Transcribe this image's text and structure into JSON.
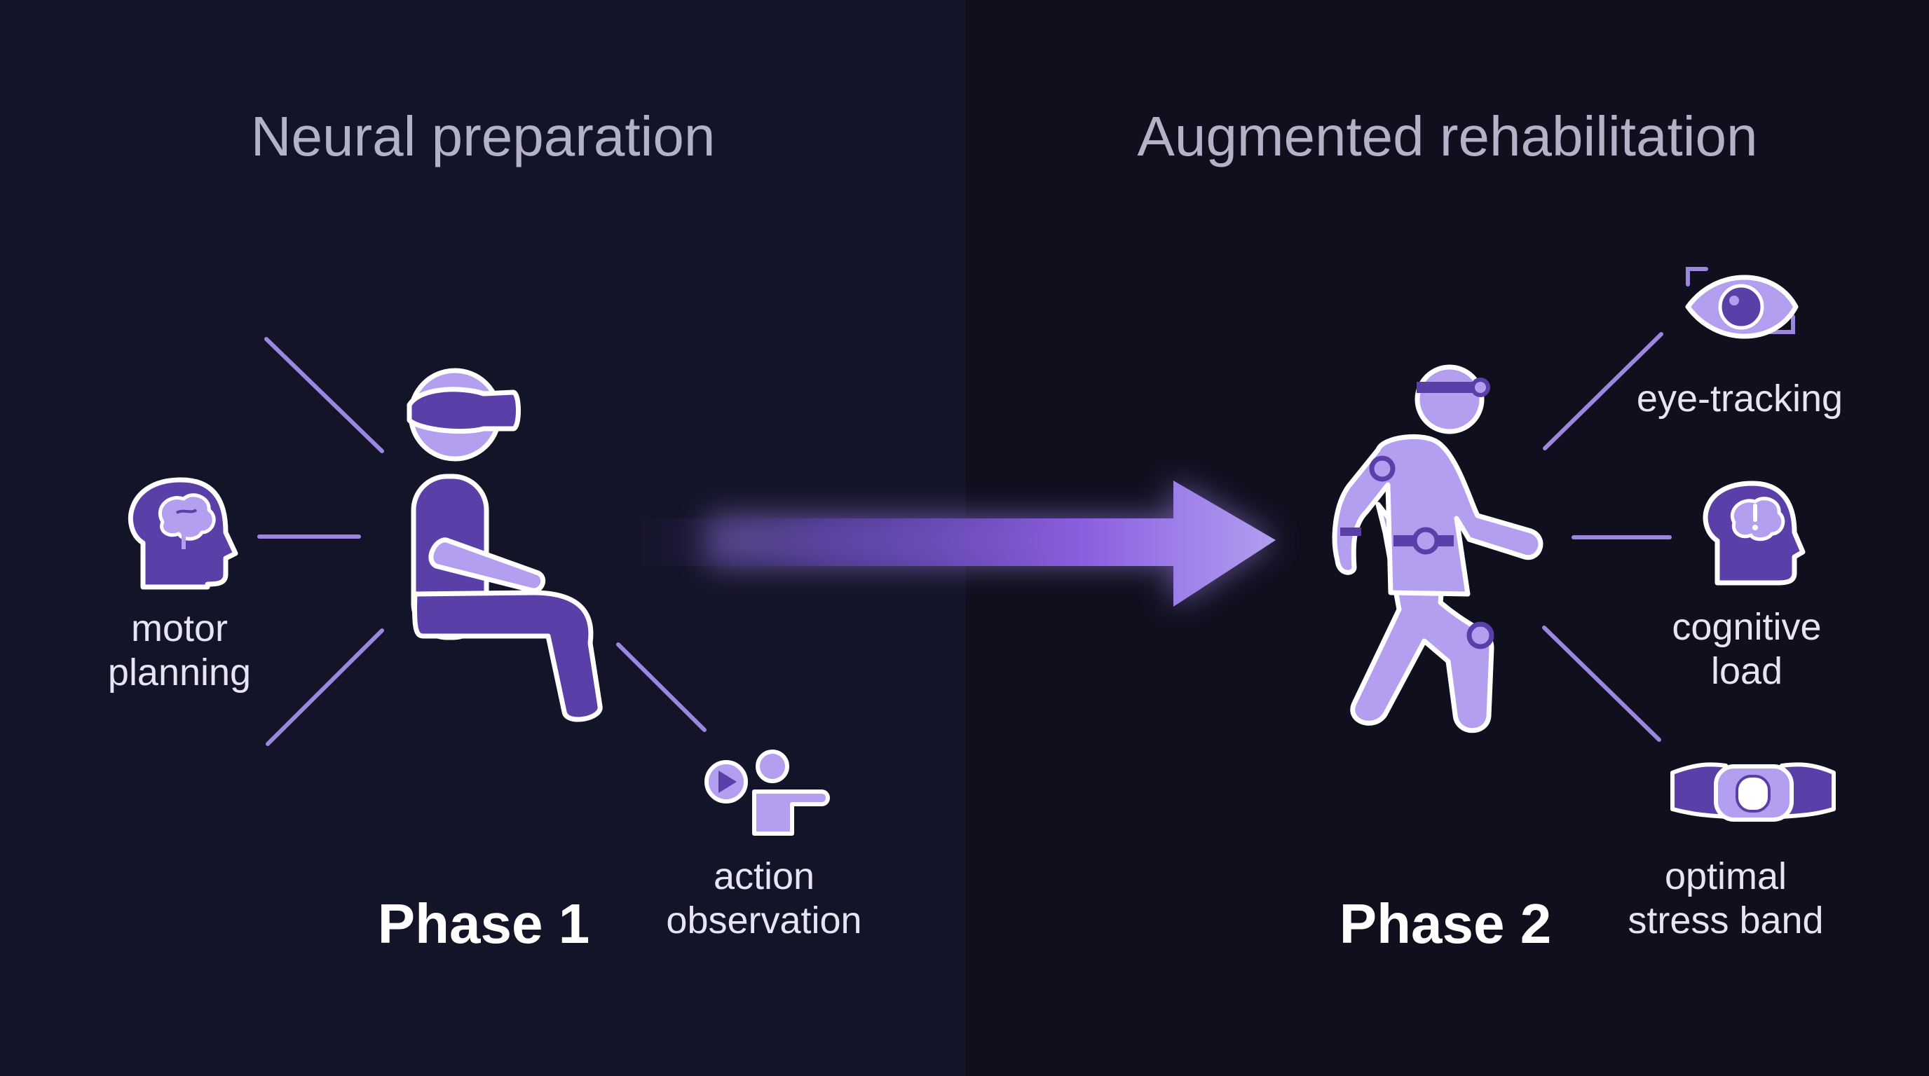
{
  "colors": {
    "background_left": "#141429",
    "background_right": "#0f0f1e",
    "accent_light": "#b39ef0",
    "accent_dark": "#5a3fa8",
    "connector": "#9d86de",
    "text_heading": "#b4b2c6",
    "text_label": "#e7e5f4",
    "text_phase": "#ffffff"
  },
  "left_panel": {
    "heading": "Neural preparation",
    "phase_label": "Phase 1",
    "figure_icon": "seated-person-vr-headset-icon",
    "nodes": [
      {
        "id": "motor",
        "icon": "brain-head-icon",
        "label": "motor\nplanning"
      },
      {
        "id": "observation",
        "icon": "action-observation-icon",
        "label": "action\nobservation"
      }
    ]
  },
  "transition": {
    "icon": "glowing-arrow-right"
  },
  "right_panel": {
    "heading": "Augmented rehabilitation",
    "phase_label": "Phase 2",
    "figure_icon": "walking-person-sensors-icon",
    "nodes": [
      {
        "id": "eye",
        "icon": "eye-tracking-icon",
        "label": "eye-tracking"
      },
      {
        "id": "cognitive",
        "icon": "head-alert-icon",
        "label": "cognitive\nload"
      },
      {
        "id": "stress",
        "icon": "wristband-icon",
        "label": "optimal\nstress band"
      }
    ]
  }
}
